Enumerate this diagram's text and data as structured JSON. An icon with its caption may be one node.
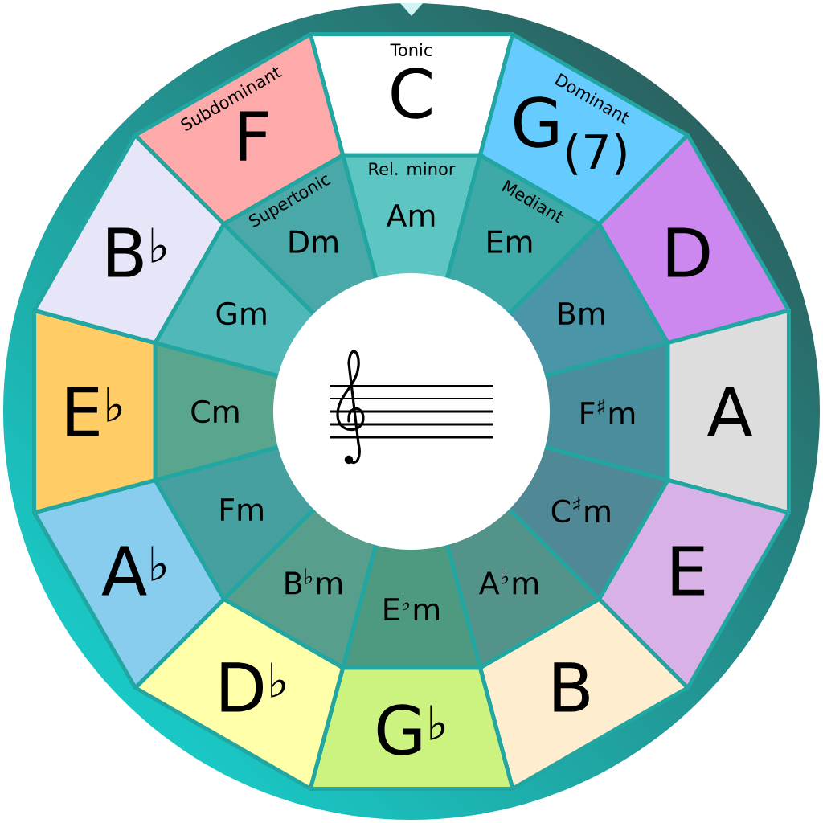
{
  "diagram": {
    "nodes": [
      {
        "text": [
          "Tonic",
          "C"
        ]
      },
      {
        "text": [
          "Dominant",
          "G$_{(7)}$"
        ]
      },
      {
        "text": [
          "D"
        ]
      },
      {
        "text": [
          "A"
        ]
      },
      {
        "text": [
          "E"
        ]
      },
      {
        "text": [
          "B"
        ]
      },
      {
        "text": [
          "G$^{♭}$"
        ]
      },
      {
        "text": [
          "D$^{♭}$"
        ]
      },
      {
        "text": [
          "A$^{♭}$"
        ]
      },
      {
        "text": [
          "E$^{♭}$"
        ]
      },
      {
        "text": [
          "B$^{♭}$"
        ]
      },
      {
        "text": [
          "Subdominant",
          "F"
        ]
      },
      {
        "text": [
          "Rel. minor",
          "Am"
        ]
      },
      {
        "text": [
          "Mediant",
          "Em"
        ]
      },
      {
        "text": [
          "Bm"
        ]
      },
      {
        "text": [
          "F$^{♯}$m"
        ]
      },
      {
        "text": [
          "C$^{♯}$m"
        ]
      },
      {
        "text": [
          "A$^{♭}$m"
        ]
      },
      {
        "text": [
          "E$^{♭}$m"
        ]
      },
      {
        "text": [
          "B$^{♭}$m"
        ]
      },
      {
        "text": [
          "Fm"
        ]
      },
      {
        "text": [
          "Cm"
        ]
      },
      {
        "text": [
          "Gm"
        ]
      },
      {
        "text": [
          "Supertonic",
          "Dm"
        ]
      }
    ]
  }
}
